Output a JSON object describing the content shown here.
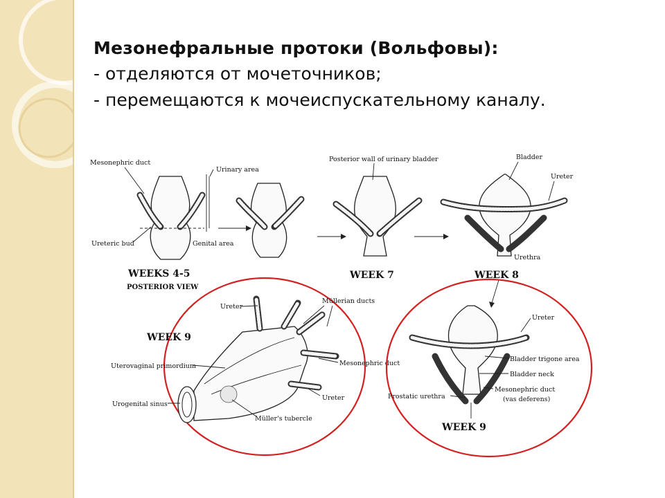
{
  "slide": {
    "title_main": "Мезонефральные протоки ",
    "title_paren": "(Вольфовы):",
    "bullet1": "- отделяются от мочеточников;",
    "bullet2": "- перемещаются к мочеиспускательному каналу."
  },
  "figure": {
    "top_panels": {
      "mesonephric_duct": "Mesonephric duct",
      "urinary_area": "Urinary area",
      "ureteric_bud": "Ureteric bud",
      "genital_area": "Genital area",
      "weeks_4_5": "WEEKS 4-5",
      "posterior_view": "POSTERIOR VIEW",
      "posterior_wall": "Posterior wall of urinary bladder",
      "week7": "WEEK 7",
      "bladder": "Bladder",
      "ureter": "Ureter",
      "urethra": "Urethra",
      "week8": "WEEK 8"
    },
    "left_circle": {
      "ureter": "Ureter",
      "mullerian_ducts": "Müllerian ducts",
      "week9": "WEEK 9",
      "uterovaginal_primordium": "Uterovaginal primordium",
      "mesonephric_duct": "Mesonephric duct",
      "urogenital_sinus": "Urogenital sinus",
      "ureter2": "Ureter",
      "mullers_tubercle": "Müller's tubercle"
    },
    "right_circle": {
      "ureter": "Ureter",
      "bladder_trigone": "Bladder trigone area",
      "bladder_neck": "Bladder neck",
      "mesonephric_duct": "Mesonephric duct",
      "vas_deferens": "(vas deferens)",
      "prostatic_urethra": "Prostatic urethra",
      "week9": "WEEK 9"
    }
  },
  "colors": {
    "strip": "#f3e3b8",
    "highlight_circle": "#d42020"
  }
}
